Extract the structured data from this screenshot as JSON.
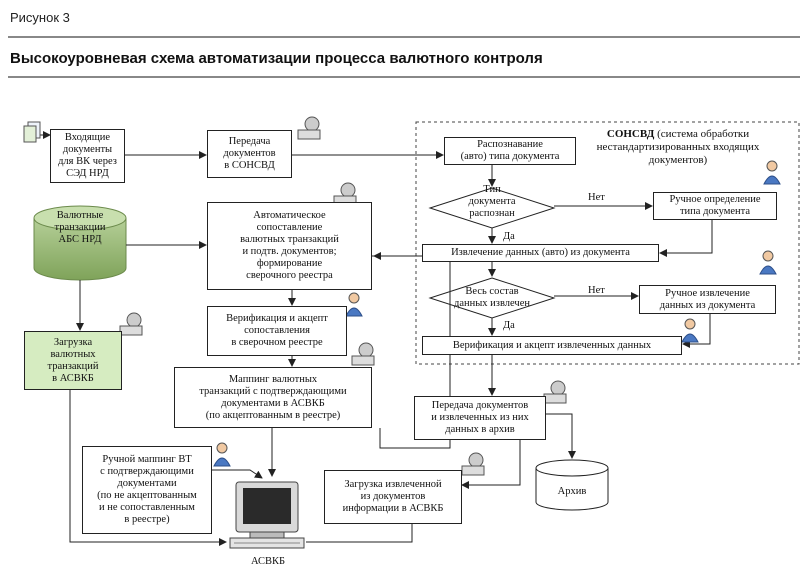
{
  "figure_label": "Рисунок 3",
  "title": "Высокоуровневая схема автоматизации процесса валютного контроля",
  "nodes": {
    "incoming_docs": "Входящие\nдокументы\nдля ВК через\nСЭД НРД",
    "transfer_sonsvd": "Передача\nдокументов\nв СОНСВД",
    "recognition": "Распознавание\n(авто) типа документа",
    "doc_type_decision": "Тип\nдокумента\nраспознан",
    "manual_type": "Ручное определение\nтипа документа",
    "extract_auto": "Извлечение данных (авто) из документа",
    "all_extracted_decision": "Весь состав\nданных извлечен",
    "manual_extract": "Ручное извлечение\nданных из документа",
    "verify_extracted": "Верификация и акцепт извлеченных данных",
    "currency_tx_db": "Валютные\nтранзакции\nАБС НРД",
    "auto_match": "Автоматическое\nсопоставление\nвалютных транзакций\nи подтв. документов;\nформирование\nсверочного реестра",
    "verify_match": "Верификация и акцепт\nсопоставления\nв сверочном реестре",
    "load_tx": "Загрузка\nвалютных\nтранзакций\nв АСВКБ",
    "mapping": "Маппинг валютных\nтранзакций с подтверждающими\nдокументами в АСВКБ\n(по акцептованным в реестре)",
    "manual_mapping": "Ручной маппинг ВТ\nс подтверждающими\nдокументами\n(по не акцептованным\nи не сопоставленным\nв реестре)",
    "transfer_archive": "Передача документов\nи извлеченных из них\nданных в архив",
    "archive_db": "Архив",
    "load_extracted": "Загрузка извлеченной\nиз документов\nинформации в АСВКБ",
    "asvkb": "АСВКБ"
  },
  "sonsvd_bold": "СОНСВД",
  "sonsvd_rest": " (система обработки нестандартизированных входящих документов)",
  "edge_labels": {
    "no1": "Нет",
    "yes1": "Да",
    "no2": "Нет",
    "yes2": "Да"
  },
  "colors": {
    "line": "#222222",
    "green_fill": "#d6ecc1",
    "db_fill": "#8faf6e",
    "rule": "#888888"
  },
  "icons": [
    "document-icon",
    "robot-icon",
    "person-icon",
    "computer-icon",
    "database-icon"
  ]
}
